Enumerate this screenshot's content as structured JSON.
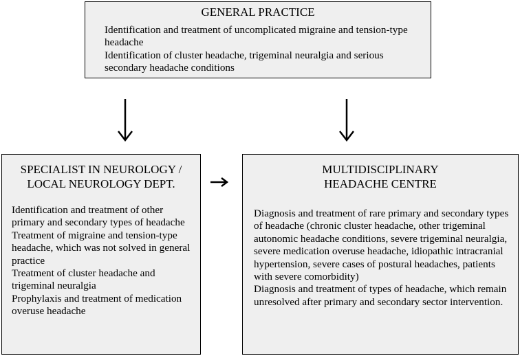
{
  "general_practice": {
    "title": "GENERAL PRACTICE",
    "items": [
      "Identification and treatment of uncomplicated migraine and tension-type headache",
      "Identification of cluster headache, trigeminal neuralgia and serious secondary headache conditions"
    ]
  },
  "specialist": {
    "title_line1": "SPECIALIST IN NEUROLOGY /",
    "title_line2": "LOCAL NEUROLOGY DEPT.",
    "items": [
      "Identification and treatment of other primary and secondary types of headache",
      "Treatment of migraine and tension-type headache, which was not solved in general practice",
      "Treatment of cluster headache and trigeminal neuralgia",
      "Prophylaxis and treatment of medication overuse headache"
    ]
  },
  "headache_centre": {
    "title_line1": "MULTIDISCIPLINARY",
    "title_line2": "HEADACHE CENTRE",
    "items": [
      "Diagnosis and treatment of rare primary and secondary types of headache (chronic cluster headache, other trigeminal autonomic headache conditions, severe trigeminal neuralgia, severe medication overuse headache, idiopathic intracranial hypertension, severe cases of postural headaches, patients with severe comorbidity)",
      "Diagnosis and treatment of types of headache, which remain unresolved after primary and secondary sector intervention."
    ]
  },
  "colors": {
    "box_fill": "#efefef",
    "border": "#000000",
    "arrow": "#000000"
  }
}
